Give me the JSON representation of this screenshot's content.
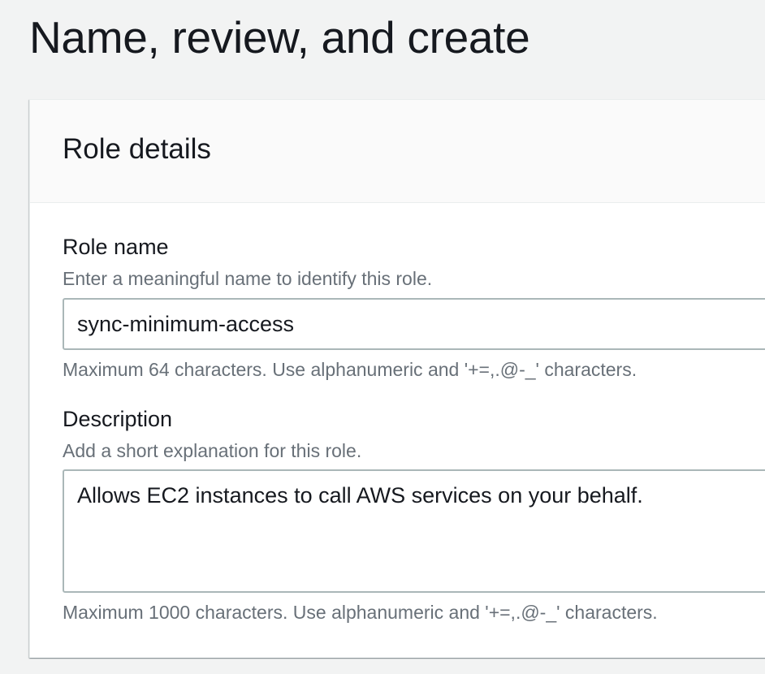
{
  "page": {
    "title": "Name, review, and create"
  },
  "role_details": {
    "title": "Role details",
    "role_name": {
      "label": "Role name",
      "description": "Enter a meaningful name to identify this role.",
      "value": "sync-minimum-access",
      "constraint": "Maximum 64 characters. Use alphanumeric and '+=,.@-_' characters."
    },
    "description": {
      "label": "Description",
      "description": "Add a short explanation for this role.",
      "value": "Allows EC2 instances to call AWS services on your behalf.",
      "constraint": "Maximum 1000 characters. Use alphanumeric and '+=,.@-_' characters."
    }
  }
}
